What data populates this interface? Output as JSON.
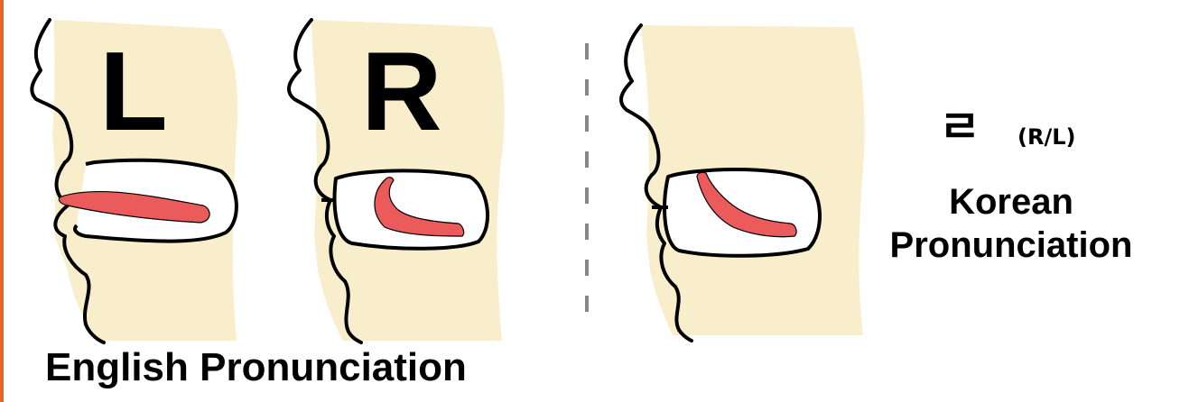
{
  "letters": {
    "left": "L",
    "middle": "R"
  },
  "korean": {
    "character": "ㄹ",
    "romanization": "(R/L)",
    "caption_line1": "Korean",
    "caption_line2": "Pronunciation"
  },
  "english_caption": "English Pronunciation",
  "colors": {
    "face_fill": "#f8eecb",
    "tongue": "#ec5b5b",
    "outline": "#000000",
    "divider": "#888888",
    "left_edge_accent": "#e0662b"
  }
}
